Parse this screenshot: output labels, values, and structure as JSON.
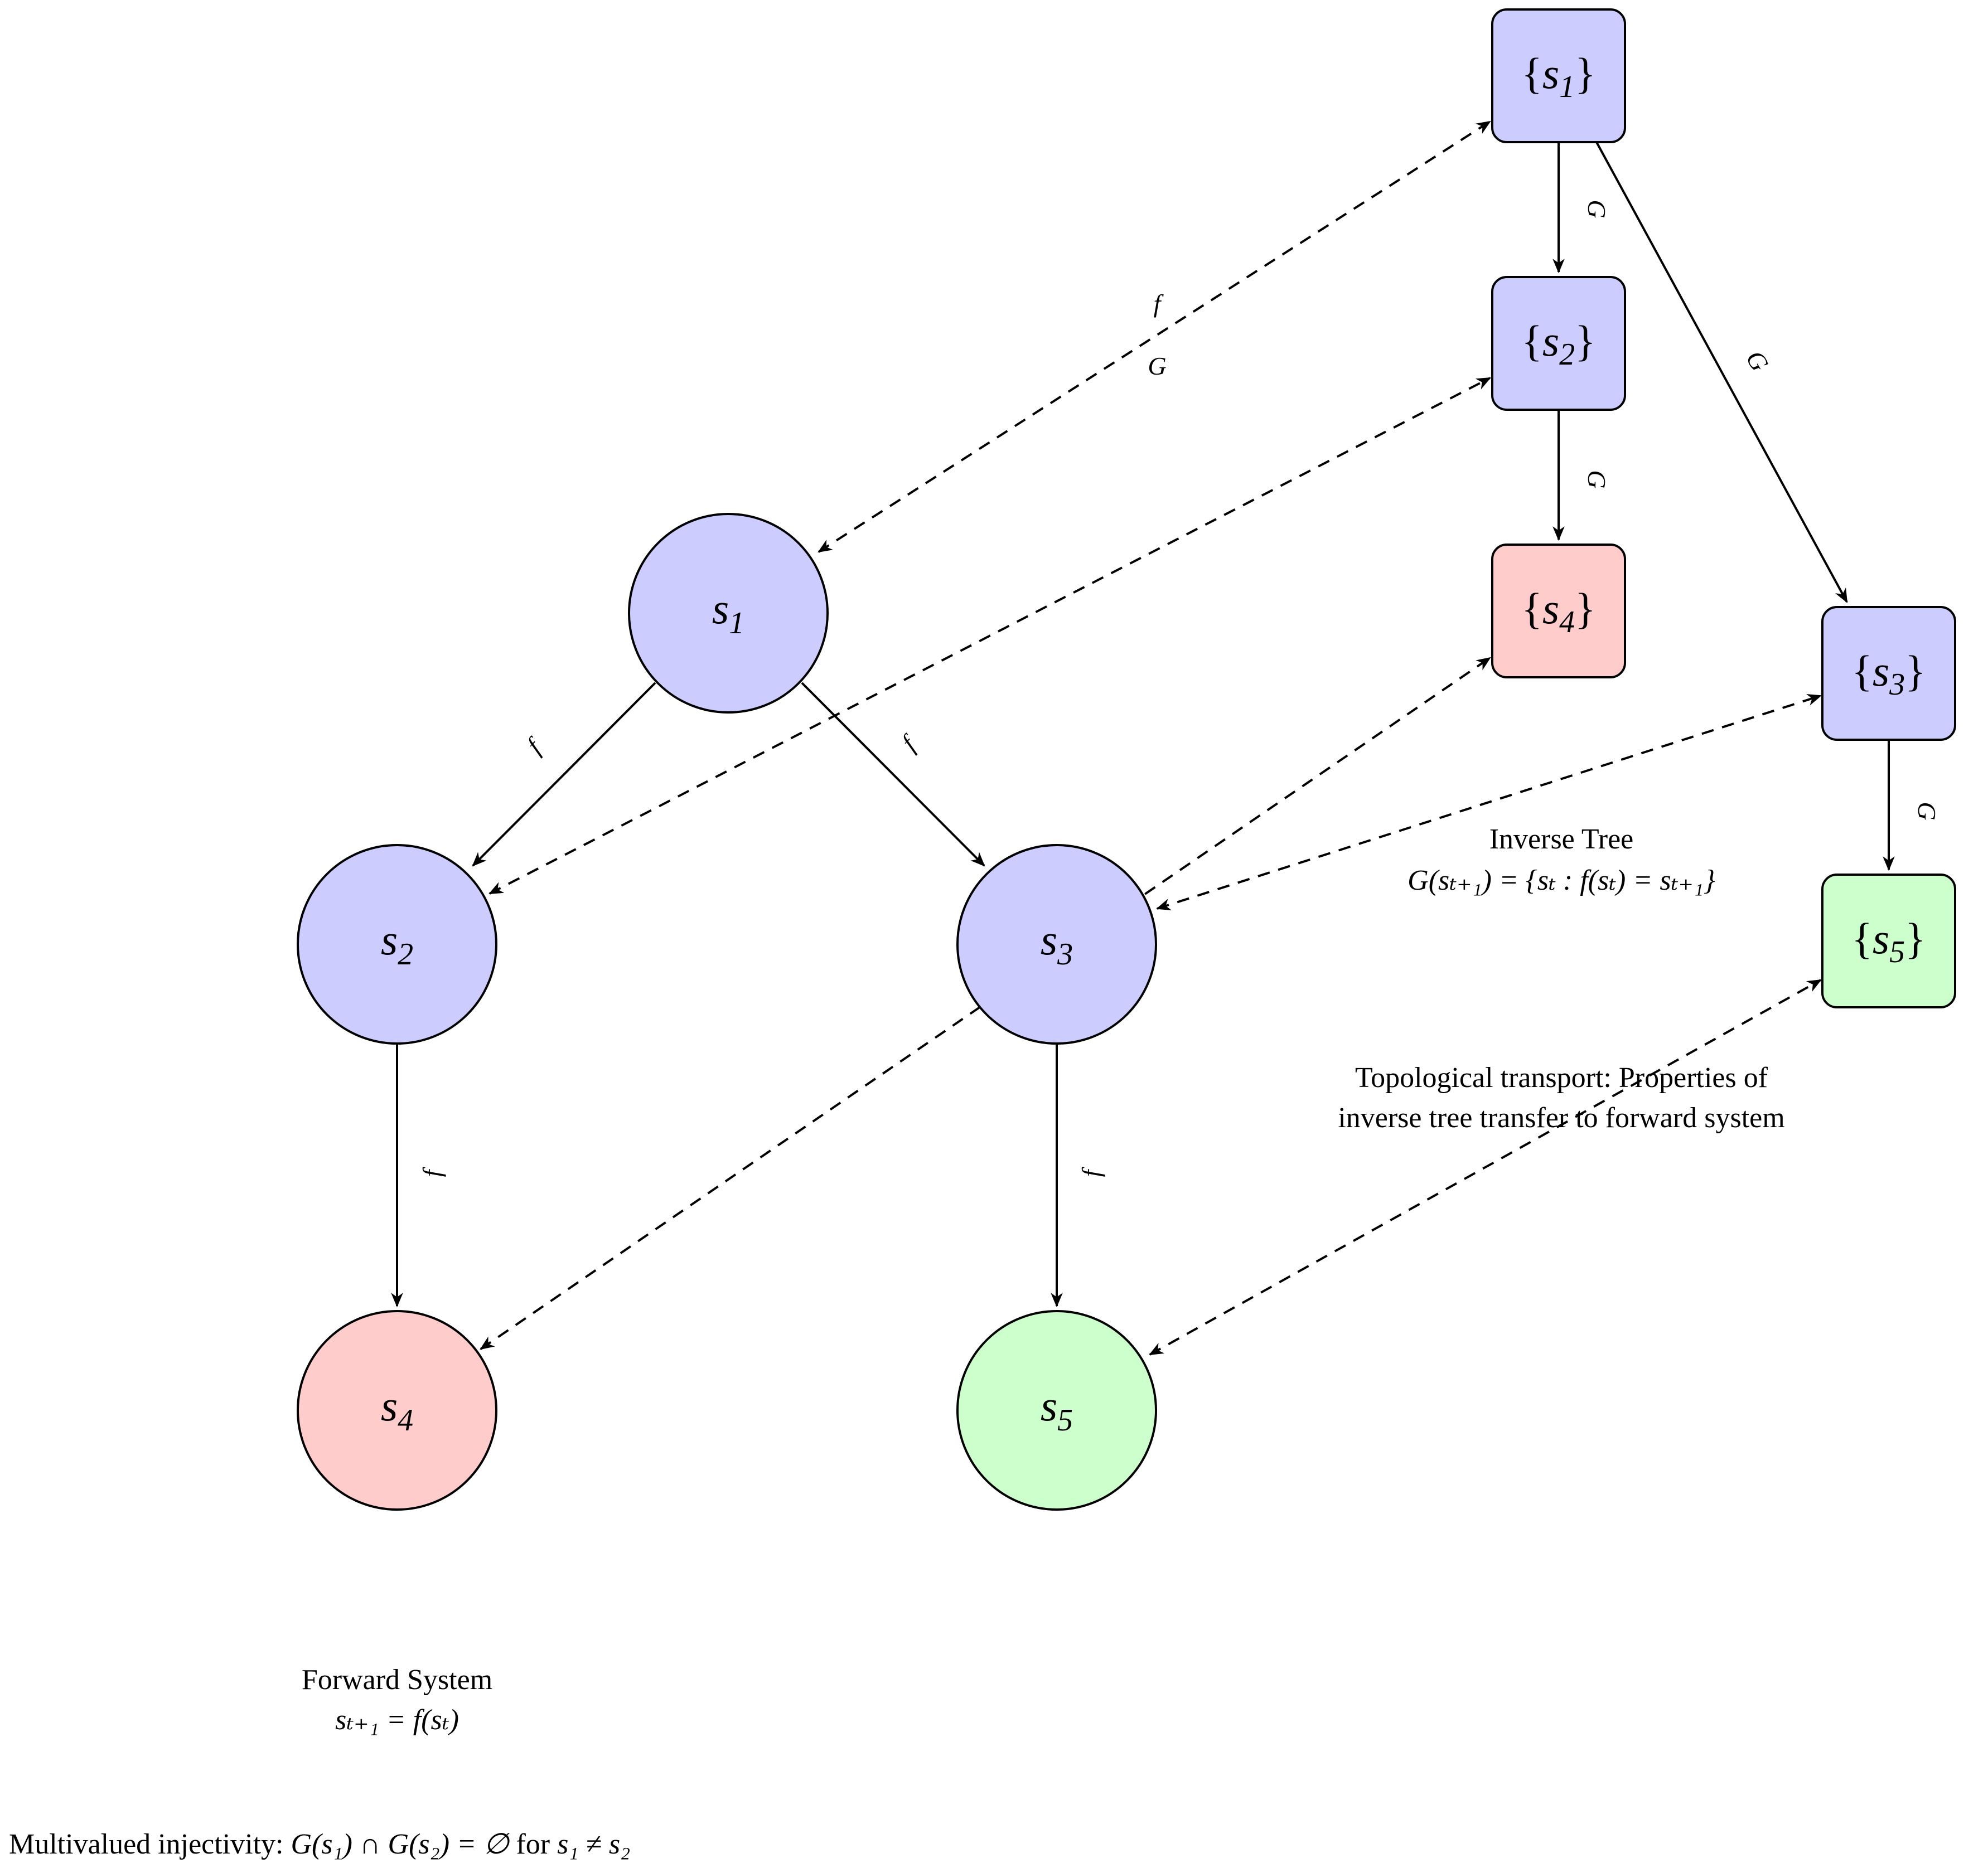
{
  "forward_nodes": {
    "s1": {
      "base": "s",
      "sub": "1"
    },
    "s2": {
      "base": "s",
      "sub": "2"
    },
    "s3": {
      "base": "s",
      "sub": "3"
    },
    "s4": {
      "base": "s",
      "sub": "4"
    },
    "s5": {
      "base": "s",
      "sub": "5"
    }
  },
  "inverse_nodes": {
    "g1": {
      "open": "{",
      "base": "s",
      "sub": "1",
      "close": "}"
    },
    "g2": {
      "open": "{",
      "base": "s",
      "sub": "2",
      "close": "}"
    },
    "g3": {
      "open": "{",
      "base": "s",
      "sub": "3",
      "close": "}"
    },
    "g4": {
      "open": "{",
      "base": "s",
      "sub": "4",
      "close": "}"
    },
    "g5": {
      "open": "{",
      "base": "s",
      "sub": "5",
      "close": "}"
    }
  },
  "colors": {
    "blue": "#ccccff",
    "red": "#ffcccc",
    "green": "#ccffcc",
    "stroke": "#000000"
  },
  "edge_labels": {
    "f": "f",
    "G": "G"
  },
  "captions": {
    "inverse_tree_title": "Inverse Tree",
    "inverse_tree_formula": "G(sₜ₊₁) = {sₜ : f(sₜ) = sₜ₊₁}",
    "transport_line1": "Topological transport: Properties of",
    "transport_line2": "inverse tree transfer to forward system",
    "forward_title": "Forward System",
    "forward_formula": "sₜ₊₁ = f(sₜ)",
    "injectivity_prefix": "Multivalued injectivity: ",
    "injectivity_formula": "G(s₁) ∩ G(s₂) = ∅",
    "injectivity_for": " for ",
    "injectivity_cond": "s₁ ≠ s₂"
  }
}
